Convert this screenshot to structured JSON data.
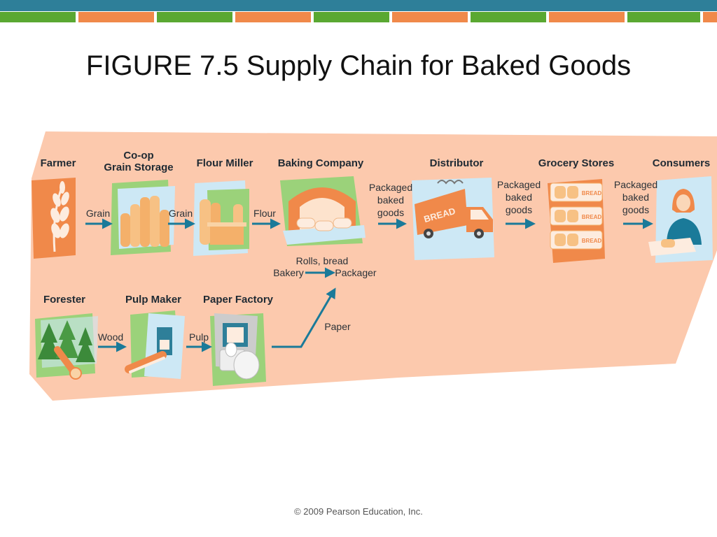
{
  "title": "FIGURE 7.5 Supply Chain for Baked Goods",
  "copyright": "© 2009 Pearson Education, Inc.",
  "colors": {
    "top_bar": "#2e7f99",
    "stripe_green": "#5aa832",
    "stripe_orange": "#f0894a",
    "band": "#fcc9ad",
    "arrow": "#1a7a99"
  },
  "nodes": {
    "farmer": "Farmer",
    "coop_line1": "Co-op",
    "coop_line2": "Grain Storage",
    "flour_miller": "Flour Miller",
    "baking_company": "Baking Company",
    "distributor": "Distributor",
    "grocery_stores": "Grocery Stores",
    "consumers": "Consumers",
    "forester": "Forester",
    "pulp_maker": "Pulp Maker",
    "paper_factory": "Paper Factory"
  },
  "flows": {
    "grain_1": "Grain",
    "grain_2": "Grain",
    "flour": "Flour",
    "packaged_1": [
      "Packaged",
      "baked",
      "goods"
    ],
    "packaged_2": [
      "Packaged",
      "baked",
      "goods"
    ],
    "packaged_3": [
      "Packaged",
      "baked",
      "goods"
    ],
    "rolls_bread": "Rolls, bread",
    "bakery": "Bakery",
    "packager": "Packager",
    "wood": "Wood",
    "pulp": "Pulp",
    "paper": "Paper"
  },
  "truck_text": "BREAD",
  "box_text": "BREAD"
}
